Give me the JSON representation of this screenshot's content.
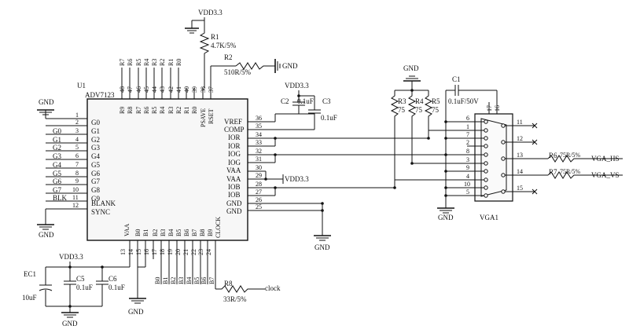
{
  "ic": {
    "ref": "U1",
    "part": "ADV7123",
    "left_pins": [
      {
        "num": "1",
        "name": ""
      },
      {
        "num": "2",
        "name": "G0"
      },
      {
        "num": "3",
        "name": "G1"
      },
      {
        "num": "4",
        "name": "G2"
      },
      {
        "num": "5",
        "name": "G3"
      },
      {
        "num": "6",
        "name": "G4"
      },
      {
        "num": "7",
        "name": "G5"
      },
      {
        "num": "8",
        "name": "G6"
      },
      {
        "num": "9",
        "name": "G7"
      },
      {
        "num": "10",
        "name": "G8"
      },
      {
        "num": "11",
        "name": "G9"
      },
      {
        "num": "12",
        "name": "BLANK"
      }
    ],
    "sync_label": "SYNC",
    "left_nets": [
      "G0",
      "G1",
      "G2",
      "G3",
      "G4",
      "G5",
      "G6",
      "G7",
      "BLK"
    ],
    "right_pins": [
      {
        "num": "36",
        "name": "VREF"
      },
      {
        "num": "35",
        "name": "COMP"
      },
      {
        "num": "34",
        "name": "IOR"
      },
      {
        "num": "33",
        "name": "IOR"
      },
      {
        "num": "32",
        "name": "IOG"
      },
      {
        "num": "31",
        "name": "IOG"
      },
      {
        "num": "30",
        "name": "VAA"
      },
      {
        "num": "29",
        "name": "VAA"
      },
      {
        "num": "28",
        "name": "IOB"
      },
      {
        "num": "27",
        "name": "IOB"
      },
      {
        "num": "26",
        "name": "GND"
      },
      {
        "num": "25",
        "name": "GND"
      }
    ],
    "top_pins": [
      {
        "num": "48",
        "name": "R9",
        "net": "R7"
      },
      {
        "num": "47",
        "name": "R8",
        "net": "R6"
      },
      {
        "num": "46",
        "name": "R7",
        "net": "R5"
      },
      {
        "num": "45",
        "name": "R6",
        "net": "R4"
      },
      {
        "num": "44",
        "name": "R5",
        "net": "R3"
      },
      {
        "num": "43",
        "name": "R4",
        "net": "R2"
      },
      {
        "num": "42",
        "name": "R3",
        "net": "R1"
      },
      {
        "num": "41",
        "name": "R2",
        "net": "R0"
      },
      {
        "num": "40",
        "name": "R1",
        "net": ""
      },
      {
        "num": "39",
        "name": "R0",
        "net": ""
      },
      {
        "num": "38",
        "name": "PSAVE",
        "net": ""
      },
      {
        "num": "37",
        "name": "RSET",
        "net": ""
      }
    ],
    "bottom_pins": [
      {
        "num": "13",
        "name": "VAA",
        "net": ""
      },
      {
        "num": "14",
        "name": "",
        "net": ""
      },
      {
        "num": "15",
        "name": "B0",
        "net": ""
      },
      {
        "num": "16",
        "name": "B1",
        "net": ""
      },
      {
        "num": "17",
        "name": "B2",
        "net": "B0"
      },
      {
        "num": "18",
        "name": "B3",
        "net": "B1"
      },
      {
        "num": "19",
        "name": "B4",
        "net": "B2"
      },
      {
        "num": "20",
        "name": "B5",
        "net": "B3"
      },
      {
        "num": "21",
        "name": "B6",
        "net": "B4"
      },
      {
        "num": "22",
        "name": "B7",
        "net": "B5"
      },
      {
        "num": "23",
        "name": "B8",
        "net": "B6"
      },
      {
        "num": "24",
        "name": "B9",
        "net": "B7"
      }
    ],
    "clock_label": "CLOCK"
  },
  "power": {
    "vdd": "VDD3.3",
    "gnd": "GND",
    "gnd_r2": "GND",
    "vdd_pin29": "VDD3.3"
  },
  "components": {
    "R1": {
      "ref": "R1",
      "value": "4.7K/5%"
    },
    "R2": {
      "ref": "R2",
      "value": "510R/5%"
    },
    "R3": {
      "ref": "R3",
      "value": "75"
    },
    "R4": {
      "ref": "R4",
      "value": "75"
    },
    "R5": {
      "ref": "R5",
      "value": "75"
    },
    "R6": {
      "ref": "R6",
      "value": "75R/5%"
    },
    "R7": {
      "ref": "R7",
      "value": "75R/5%"
    },
    "R8": {
      "ref": "R8",
      "value": "33R/5%"
    },
    "C1": {
      "ref": "C1",
      "value": "0.1uF/50V"
    },
    "C2": {
      "ref": "C2",
      "value": "0.1uF"
    },
    "C3": {
      "ref": "C3",
      "value": "0.1uF"
    },
    "C5": {
      "ref": "C5",
      "value": "0.1uF"
    },
    "C6": {
      "ref": "C6",
      "value": "0.1uF"
    },
    "EC1": {
      "ref": "EC1",
      "value": "10uF"
    }
  },
  "connector": {
    "ref": "VGA1",
    "left_pins": [
      "6",
      "1",
      "7",
      "2",
      "8",
      "3",
      "9",
      "4",
      "10",
      "5"
    ],
    "right_pins": [
      "11",
      "12",
      "13",
      "14",
      "15"
    ],
    "top_pins": [
      "17",
      "16"
    ]
  },
  "nets": {
    "vga_hs": "VGA_HS",
    "vga_vs": "VGA_VS",
    "clock": "clock"
  }
}
